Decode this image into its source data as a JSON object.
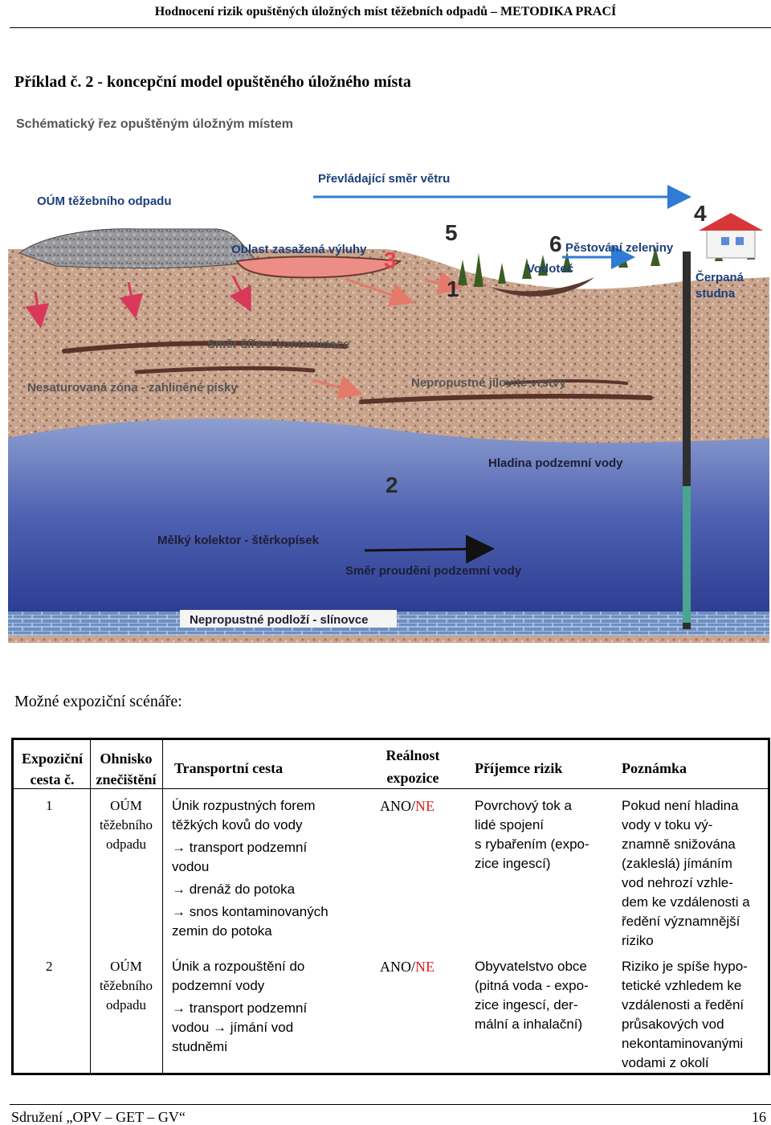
{
  "header": {
    "title": "Hodnocení rizik opuštěných úložných míst těžebních odpadů – METODIKA PRACÍ"
  },
  "example_title": "Příklad č. 2 - koncepční model opuštěného úložného místa",
  "diagram": {
    "title": "Schématický řez opuštěným úložným místem",
    "labels": {
      "wind": "Převládající směr větru",
      "oum": "OÚM těžebního odpadu",
      "leach_area": "Oblast zasažená výluhy",
      "vegetables": "Pěstování zeleniny",
      "stream": "Vodoteč",
      "well": "Čerpaná studna",
      "spread": "Směr šíření kontaminace",
      "unsaturated": "Nesaturovaná zóna - zahliněné písky",
      "clay": "Nepropustné jílovité vrstvy",
      "water_table": "Hladina podzemní vody",
      "aquifer": "Mělký kolektor - štěrkopísek",
      "flow": "Směr proudění podzemní vody",
      "bedrock": "Nepropustné podloží - slínovce"
    },
    "numbers": [
      "1",
      "2",
      "3",
      "4",
      "5",
      "6"
    ]
  },
  "scenarios_heading": "Možné expoziční scénáře:",
  "table": {
    "headers": {
      "path": [
        "Expoziční",
        "cesta č."
      ],
      "source": [
        "Ohnisko",
        "znečištění"
      ],
      "transport": "Transportní cesta",
      "reality": [
        "Reálnost",
        "expozice"
      ],
      "receptor": "Příjemce rizik",
      "note": "Poznámka"
    },
    "rows": [
      {
        "path": "1",
        "source": [
          "OÚM",
          "těžebního",
          "odpadu"
        ],
        "transport": [
          "Únik rozpustných forem",
          "těžkých kovů do vody",
          "→ transport podzemní",
          "vodou",
          "→ drenáž do potoka",
          "→ snos kontaminovaných",
          "zemin  do potoka"
        ],
        "reality_yes": "ANO/",
        "reality_no": "NE",
        "receptor": [
          "Povrchový tok a",
          "lidé spojení",
          "s rybařením (expo-",
          "zice ingescí)"
        ],
        "note": [
          "Pokud není hladina",
          "vody v toku  vý-",
          "znamně snižována",
          "(zakleslá) jímáním",
          "vod nehrozí vzhle-",
          "dem ke vzdálenosti a",
          "ředění významnější",
          "riziko"
        ]
      },
      {
        "path": "2",
        "source": [
          "OÚM",
          "těžebního",
          "odpadu"
        ],
        "transport": [
          "Únik a rozpouštění do",
          "podzemní vody",
          "→ transport podzemní",
          "vodou → jímání vod",
          "studněmi"
        ],
        "reality_yes": "ANO/",
        "reality_no": "NE",
        "receptor": [
          "Obyvatelstvo obce",
          "(pitná voda - expo-",
          "zice ingescí, der-",
          "mální a inhalační)"
        ],
        "note": [
          "Riziko je spíše hypo-",
          "tetické vzhledem ke",
          "vzdálenosti a ředění",
          "průsakových vod",
          "nekontaminovanými",
          "vodami z okolí"
        ]
      }
    ]
  },
  "footer": {
    "org": "Sdružení „OPV – GET – GV“",
    "page": "16"
  }
}
